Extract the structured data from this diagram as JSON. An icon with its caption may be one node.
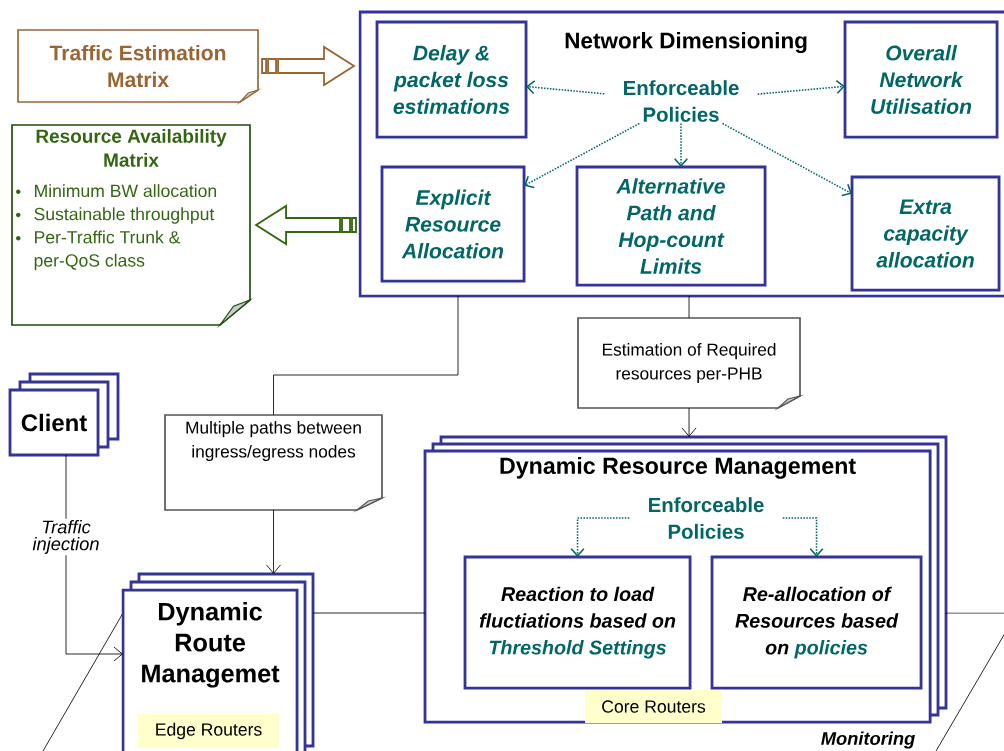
{
  "diagram": {
    "nodes": [
      {
        "text": [
          "Traffic Estimation Matrix"
        ]
      },
      {
        "text": [
          "Resource Availability Matrix",
          "Minimum BW allocation",
          "Sustainable throughput",
          "Per-Traffic Trunk & per-QoS class"
        ]
      },
      {
        "text": [
          "Network Dimensioning"
        ]
      },
      {
        "text": [
          "Delay & packet loss estimations"
        ],
        "in": 2
      },
      {
        "text": [
          "Enforceable Policies"
        ],
        "in": 2
      },
      {
        "text": [
          "Overall Network Utilisation"
        ],
        "in": 2
      },
      {
        "text": [
          "Explicit Resource Allocation"
        ],
        "in": 2
      },
      {
        "text": [
          "Alternative Path and Hop-count Limits"
        ],
        "in": 2
      },
      {
        "text": [
          "Extra capacity allocation"
        ],
        "in": 2
      },
      {
        "text": [
          "Estimation of Required resources per-PHB"
        ]
      },
      {
        "text": [
          "Client"
        ]
      },
      {
        "text": [
          "Multiple paths between ingress/egress nodes"
        ]
      },
      {
        "text": [
          "Dynamic Resource Management"
        ]
      },
      {
        "text": [
          "Enforceable Policies"
        ],
        "in": 12
      },
      {
        "text": [
          "Reaction to load fluctiations based on",
          "Threshold Settings"
        ],
        "in": 12
      },
      {
        "text": [
          "Re-allocation of Resources based on",
          "policies"
        ],
        "in": 12
      },
      {
        "text": [
          "Dynamic Route Managemet"
        ]
      },
      {
        "text": [
          "Edge Routers"
        ],
        "in": 16
      },
      {
        "text": [
          "Core Routers"
        ],
        "in": 12
      }
    ],
    "edges": [
      {
        "from": 0,
        "to": 2,
        "arrow": "to",
        "style": "thick",
        "color": "#996633"
      },
      {
        "from": 2,
        "to": 1,
        "arrow": "to",
        "style": "thick",
        "color": "#336611"
      },
      {
        "from": 4,
        "to": 3,
        "arrow": "to",
        "style": "dashed",
        "color": "#006666"
      },
      {
        "from": 4,
        "to": 5,
        "arrow": "to",
        "style": "dashed",
        "color": "#006666"
      },
      {
        "from": 4,
        "to": 6,
        "arrow": "to",
        "style": "dashed",
        "color": "#006666"
      },
      {
        "from": 4,
        "to": 7,
        "arrow": "to",
        "style": "dashed",
        "color": "#006666"
      },
      {
        "from": 4,
        "to": 8,
        "arrow": "to",
        "style": "dashed",
        "color": "#006666"
      },
      {
        "from": 2,
        "to": 11,
        "arrow": "none",
        "color": "#000000"
      },
      {
        "from": 11,
        "to": 16,
        "arrow": "to",
        "color": "#000000"
      },
      {
        "from": 2,
        "to": 9,
        "arrow": "none",
        "color": "#000000"
      },
      {
        "from": 9,
        "to": 12,
        "arrow": "to",
        "color": "#000000"
      },
      {
        "from": 10,
        "to": 16,
        "arrow": "to",
        "label": "Traffic injection",
        "color": "#000000"
      },
      {
        "from": 16,
        "to": 12,
        "arrow": "none",
        "color": "#000000"
      },
      {
        "from": 12,
        "to": null,
        "arrow": "none",
        "color": "#000000"
      },
      {
        "from": 13,
        "to": 14,
        "arrow": "to",
        "style": "dashed",
        "color": "#006666"
      },
      {
        "from": 13,
        "to": 15,
        "arrow": "to",
        "style": "dashed",
        "color": "#006666"
      }
    ],
    "labels": [
      "Monitoring"
    ]
  }
}
